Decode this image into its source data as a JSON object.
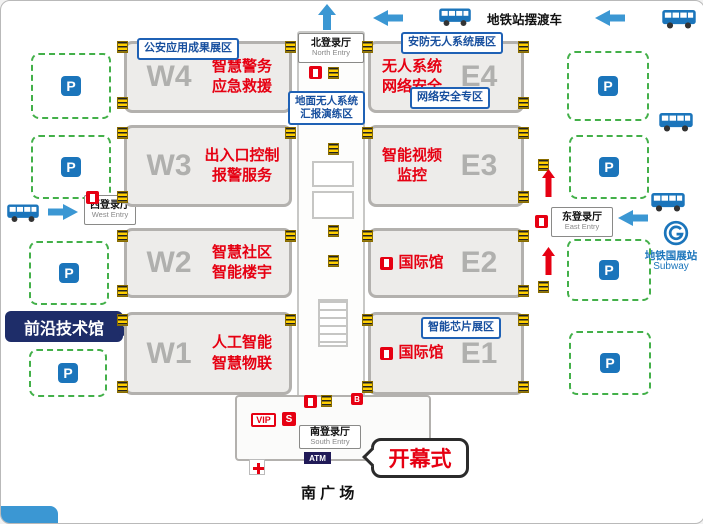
{
  "colors": {
    "accent_blue": "#1b75bb",
    "arrow_blue": "#3b97d3",
    "highlight_red": "#e60012",
    "icon_yellow": "#ffcf00",
    "parking_green": "#43b049",
    "badge_navy": "#1e2d69",
    "hall_fill": "#edecea",
    "hall_border": "#b3b1ae"
  },
  "top_bar": {
    "shuttle_label": "地铁站摆渡车"
  },
  "zone_badges": {
    "police_apps": "公安应用成果展区",
    "security_unmanned": "安防无人系统展区",
    "network_security": "网络安全专区",
    "ground_unmanned_line1": "地面无人系统",
    "ground_unmanned_line2": "汇报演练区",
    "smart_chip": "智能芯片展区",
    "frontier_tech": "前沿技术馆"
  },
  "entries": {
    "north": {
      "zh": "北登录厅",
      "en": "North Entry"
    },
    "south": {
      "zh": "南登录厅",
      "en": "South Entry"
    },
    "west": {
      "zh": "西登录厅",
      "en": "West Entry"
    },
    "east": {
      "zh": "东登录厅",
      "en": "East Entry"
    }
  },
  "halls": [
    {
      "id": "W4",
      "lines": [
        "智慧警务",
        "应急救援"
      ]
    },
    {
      "id": "W3",
      "lines": [
        "出入口控制",
        "报警服务"
      ]
    },
    {
      "id": "W2",
      "lines": [
        "智慧社区",
        "智能楼宇"
      ]
    },
    {
      "id": "W1",
      "lines": [
        "人工智能",
        "智慧物联"
      ]
    },
    {
      "id": "E4",
      "lines": [
        "无人系统",
        "网络安全"
      ]
    },
    {
      "id": "E3",
      "lines": [
        "智能视频监控"
      ]
    },
    {
      "id": "E2",
      "lines": [
        "国际馆"
      ]
    },
    {
      "id": "E1",
      "lines": [
        "国际馆"
      ]
    }
  ],
  "subway": {
    "zh": "地铁国展站",
    "en": "Subway"
  },
  "south_area": {
    "vip": "VIP",
    "s": "S",
    "atm": "ATM",
    "b": "B",
    "opening_ceremony": "开幕式",
    "south_plaza": "南 广 场"
  },
  "parking_label": "P"
}
